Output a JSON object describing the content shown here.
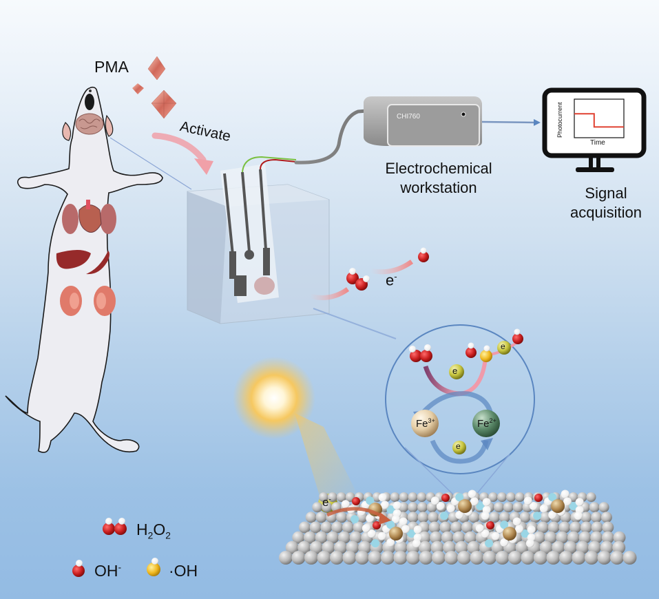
{
  "figure": {
    "title": "Photoelectrochemical H2O2 detection workflow",
    "labels": {
      "pma": "PMA",
      "activate": "Activate",
      "instrument_model": "CHI760",
      "workstation_line1": "Electrochemical",
      "workstation_line2": "workstation",
      "signal_line1": "Signal",
      "signal_line2": "acquisition",
      "monitor_ylabel": "Photocurrent",
      "monitor_xlabel": "Time",
      "electron": "e",
      "electron_charge": "-",
      "fe3": "Fe",
      "fe3_charge": "3+",
      "fe2": "Fe",
      "fe2_charge": "2+"
    },
    "legend": [
      {
        "species": "H2O2",
        "text": "H",
        "sub1": "2",
        "text2": "O",
        "sub2": "2",
        "atom_color": "#c81e1e"
      },
      {
        "species": "OH-",
        "text": "OH",
        "sup": "-",
        "atom_color": "#c81e1e"
      },
      {
        "species": "radical-OH",
        "prefix": "·",
        "text": "OH",
        "atom_color": "#f0b820"
      }
    ],
    "colors": {
      "oxygen": "#c81e1e",
      "hydrogen": "#ffffff",
      "radical": "#f0b820",
      "electron_ball": "#c8c640",
      "fe3_ball": "#e6cfa8",
      "fe2_ball": "#5c8a6a",
      "arrow_pink": "#f0a0a0",
      "signal_line": "#e04030",
      "surface_atom": "#b8b8b8",
      "accent_blue": "#5a86c0"
    },
    "monitor_signal": {
      "type": "step",
      "high_level": 0.62,
      "low_level": 0.28,
      "step_at": 0.4
    }
  }
}
